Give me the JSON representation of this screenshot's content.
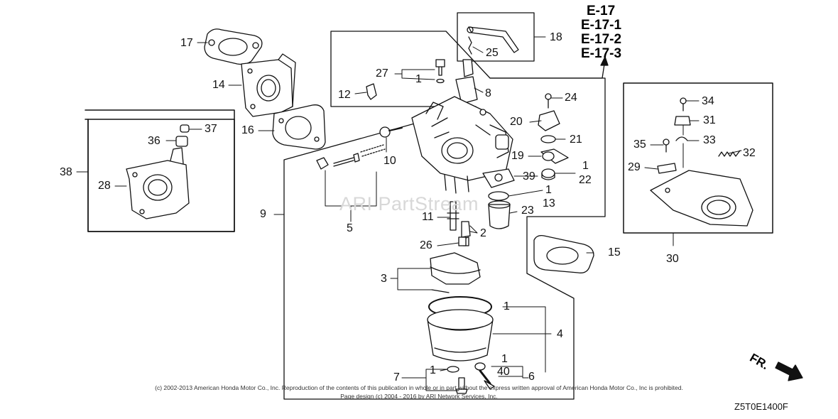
{
  "reference_codes": [
    "E-17",
    "E-17-1",
    "E-17-2",
    "E-17-3"
  ],
  "part_labels": {
    "p1a": "1",
    "p1b": "1",
    "p1c": "1",
    "p1d": "1",
    "p1e": "1",
    "p1f": "1",
    "p2": "2",
    "p3": "3",
    "p4": "4",
    "p5": "5",
    "p6": "6",
    "p7": "7",
    "p8": "8",
    "p9": "9",
    "p10": "10",
    "p11": "11",
    "p12": "12",
    "p13": "13",
    "p14": "14",
    "p15": "15",
    "p16": "16",
    "p17": "17",
    "p18": "18",
    "p19": "19",
    "p20": "20",
    "p21": "21",
    "p22": "22",
    "p23": "23",
    "p24": "24",
    "p25": "25",
    "p26": "26",
    "p27": "27",
    "p28": "28",
    "p29": "29",
    "p30": "30",
    "p31": "31",
    "p32": "32",
    "p33": "33",
    "p34": "34",
    "p35": "35",
    "p36": "36",
    "p37": "37",
    "p38": "38",
    "p39": "39",
    "p40": "40"
  },
  "watermark": "ARI PartStream",
  "copyright_line1": "(c) 2002-2013 American Honda Motor Co., Inc. Reproduction of the contents of this publication in whole or in part without the express written approval of American Honda Motor Co., Inc is prohibited.",
  "copyright_line2": "Page design (c) 2004 - 2016 by ARI Network Services, Inc.",
  "direction_label": "FR.",
  "diagram_code": "Z5T0E1400F"
}
